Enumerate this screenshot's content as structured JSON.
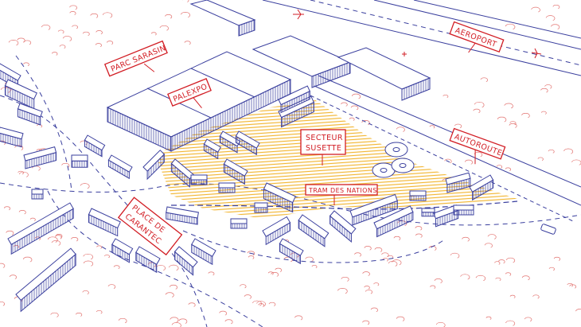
{
  "labels": {
    "parc_sarasin": "PARC SARASIN",
    "palexpo": "PALEXPO",
    "aeroport": "AEROPORT",
    "autoroute": "AUTOROUTE",
    "secteur_line1": "SECTEUR",
    "secteur_line2": "SUSETTE",
    "tram": "TRAM DES NATIONS",
    "place_line1": "PLACE DE",
    "place_line2": "CARANTEC"
  },
  "colors": {
    "ink_blue": "#3a3f9e",
    "ink_red": "#d21d24",
    "hatch_yellow": "#f2b735",
    "paper": "#ffffff"
  }
}
